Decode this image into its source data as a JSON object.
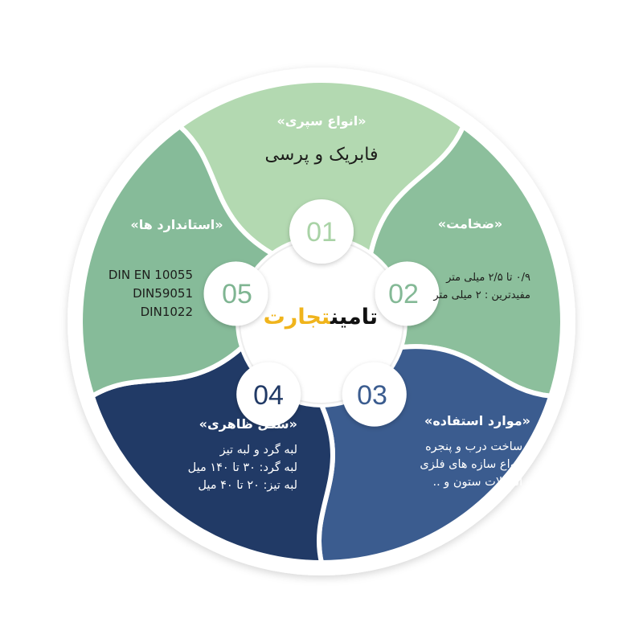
{
  "center": {
    "logo_part1": "تامین",
    "logo_part2": "تجارت",
    "logo_colors": [
      "#111111",
      "#f0b41c"
    ]
  },
  "segments": [
    {
      "number": "01",
      "title": "«انواع سپری»",
      "lines": [
        "فابریک و پرسی"
      ],
      "color": "#b3d9b1",
      "text_color": "#1d1d1b",
      "number_color": "#a9d3a6"
    },
    {
      "number": "02",
      "title": "«ضخامت»",
      "lines": [
        "۰/۹ تا ۲/۵ میلی متر",
        "مفیدترین : ۲ میلی متر"
      ],
      "color": "#8cbf9c",
      "text_color": "#1d1d1b",
      "number_color": "#84b996"
    },
    {
      "number": "03",
      "title": "«موارد استفاده»",
      "lines": [
        "- ساخت درب و پنجره",
        "- انواع سازه های فلزی",
        "- اتصالات ستون و .."
      ],
      "color": "#3b5c8f",
      "text_color": "#ffffff",
      "number_color": "#3b5c8f"
    },
    {
      "number": "04",
      "title": "«شکل ظاهری»",
      "lines": [
        "لبه گرد و لبه تیز",
        "لبه گرد: ۳۰ تا ۱۴۰ میل",
        "لبه تیز: ۲۰ تا ۴۰ میل"
      ],
      "color": "#213a66",
      "text_color": "#ffffff",
      "number_color": "#213a66"
    },
    {
      "number": "05",
      "title": "«استاندارد ها»",
      "lines": [
        "DIN EN 10055",
        "DIN59051",
        "DIN1022"
      ],
      "color": "#86bb99",
      "text_color": "#1d1d1b",
      "number_color": "#7fb592"
    }
  ]
}
